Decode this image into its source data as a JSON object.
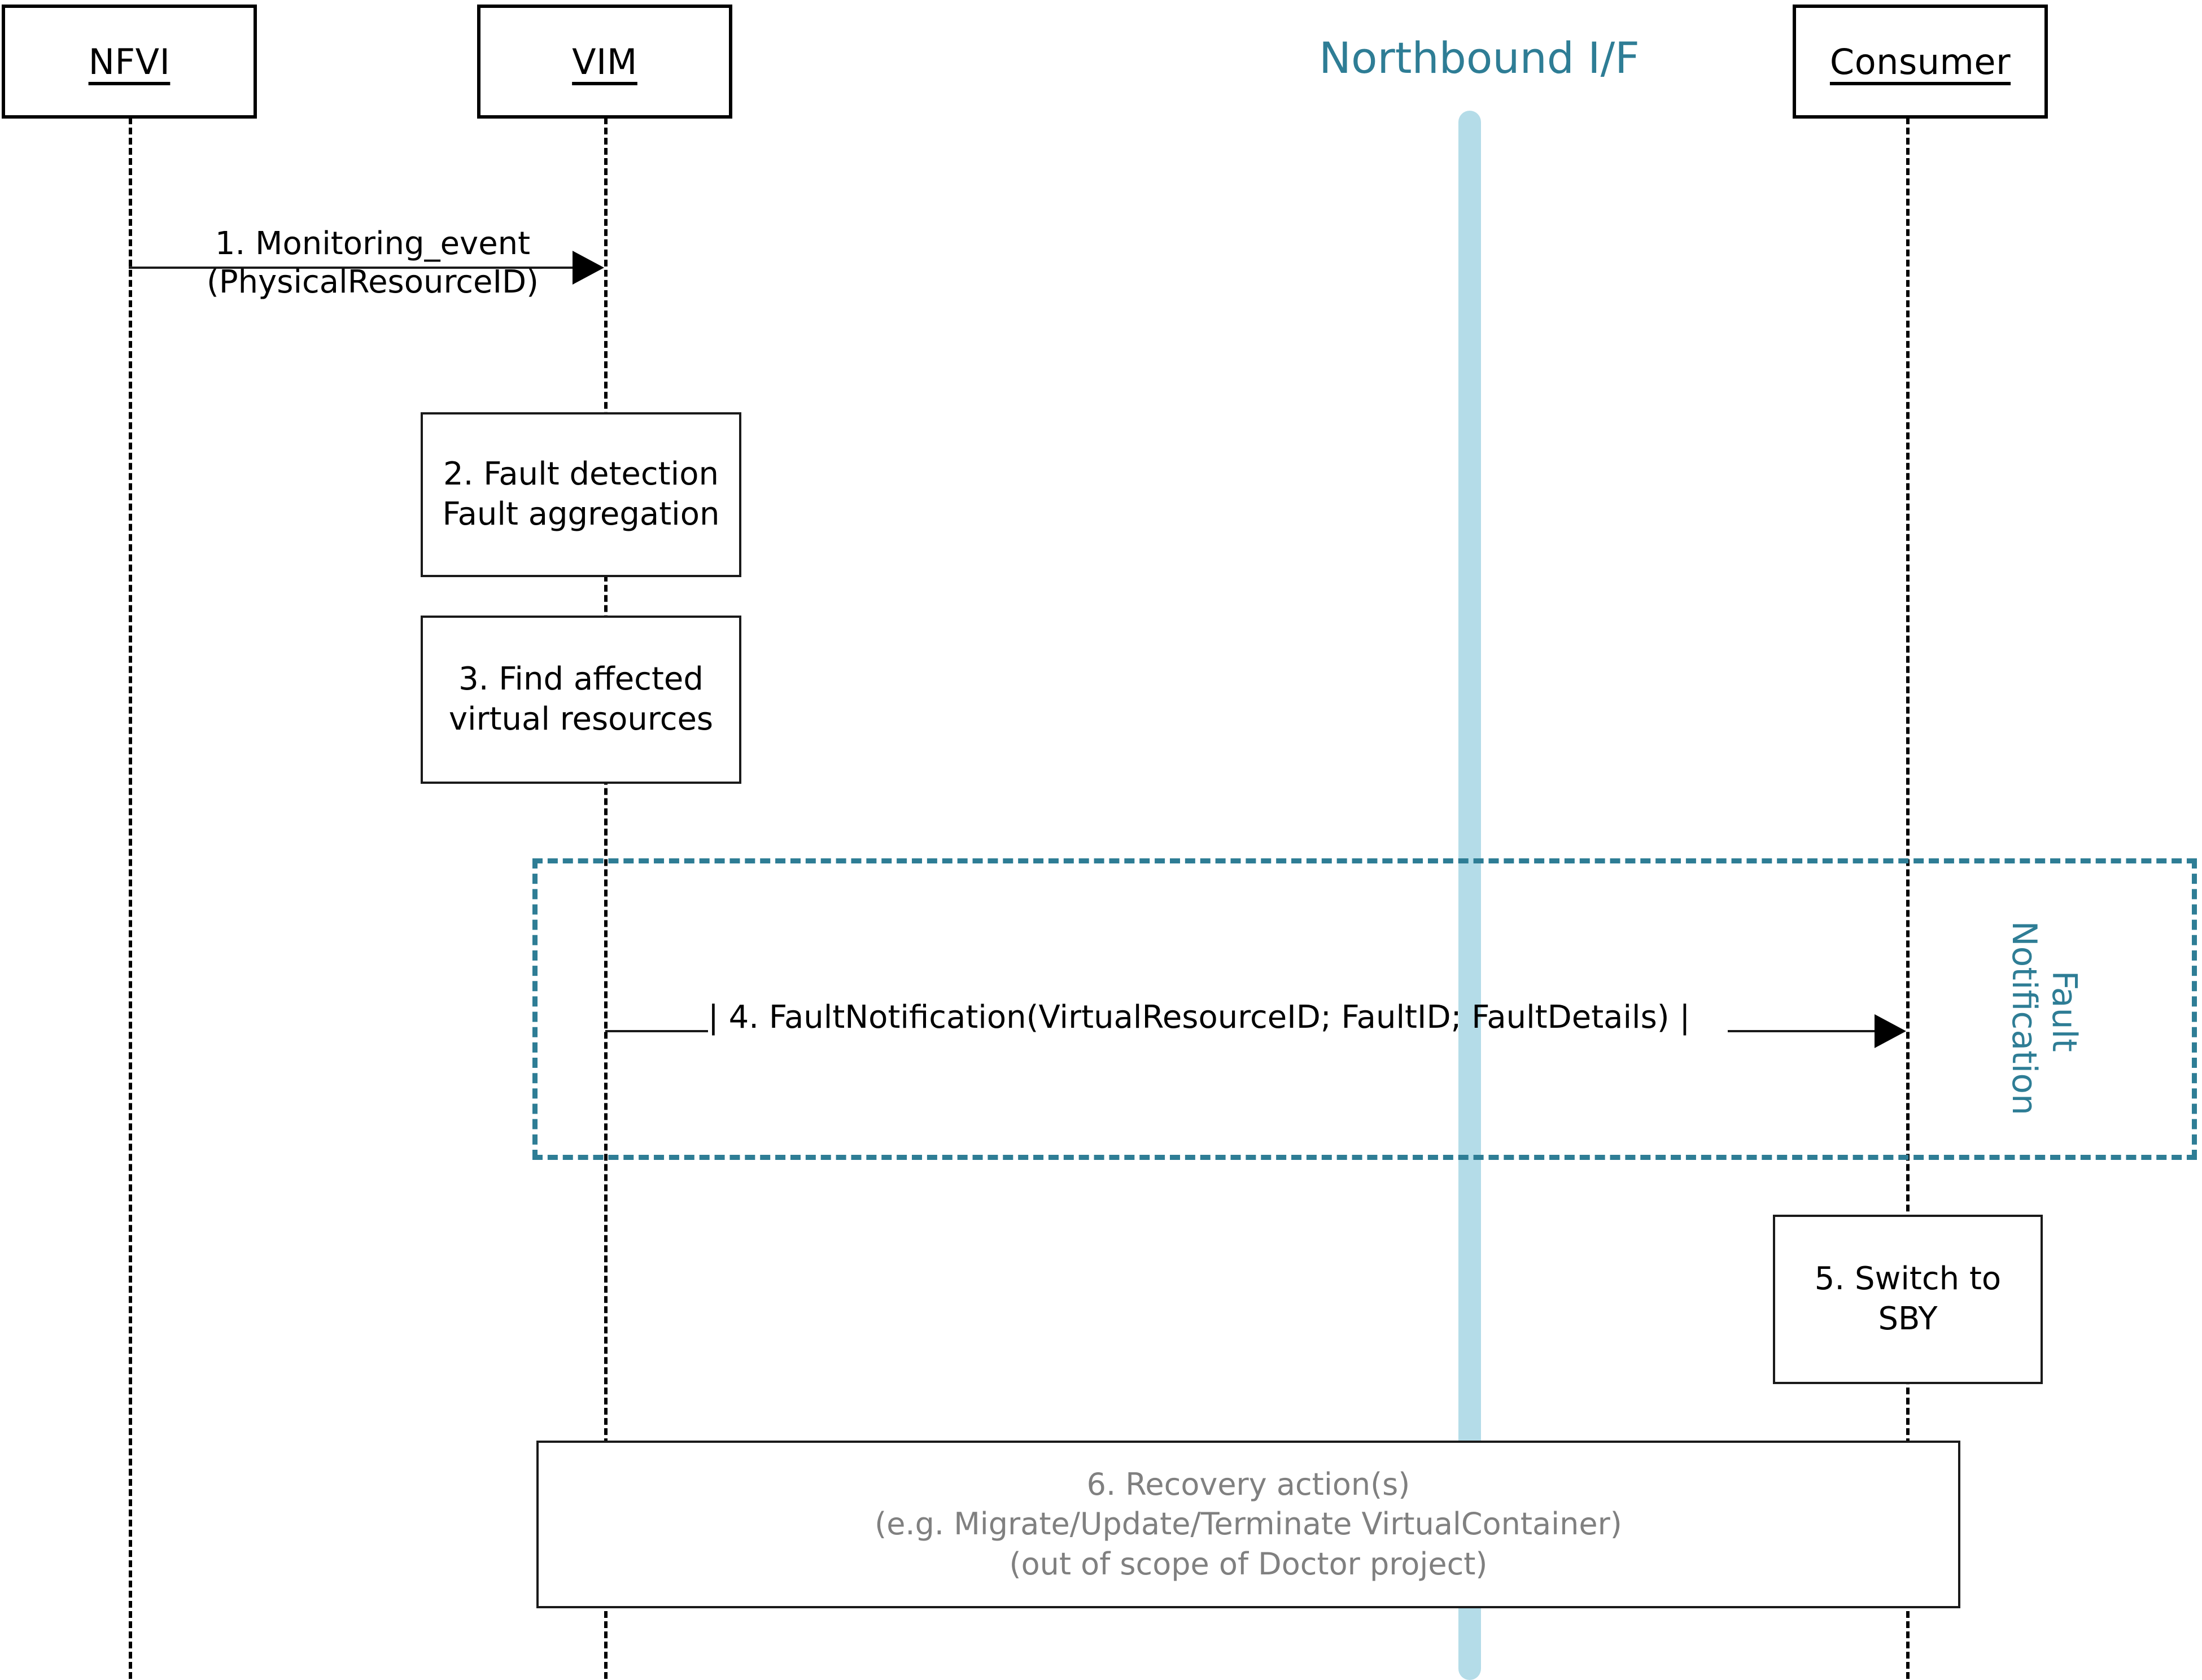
{
  "diagram": {
    "type": "uml-sequence-diagram",
    "title_label": "Northbound I/F",
    "participants": [
      {
        "name": "NFVI",
        "label": "NFVI"
      },
      {
        "name": "VIM",
        "label": "VIM"
      },
      {
        "name": "Consumer",
        "label": "Consumer"
      }
    ],
    "colors": {
      "accent_teal": "#2e7d95",
      "interface_bar": "#b4dce8",
      "line_black": "#000000",
      "muted_gray": "#808080"
    },
    "messages": [
      {
        "id": "1",
        "from": "NFVI",
        "to": "VIM",
        "label_line1": "1. Monitoring_event",
        "label_line2": "(PhysicalResourceID)"
      },
      {
        "id": "4",
        "from": "VIM",
        "to": "Consumer",
        "label": "| 4. FaultNotification(VirtualResourceID; FaultID; FaultDetails) |"
      }
    ],
    "action_boxes": [
      {
        "id": "2",
        "on": "VIM",
        "lines": [
          "2. Fault detection",
          "Fault aggregation"
        ]
      },
      {
        "id": "3",
        "on": "VIM",
        "lines": [
          "3. Find affected",
          "virtual resources"
        ]
      },
      {
        "id": "5",
        "on": "Consumer",
        "lines": [
          "5. Switch to",
          "SBY"
        ]
      },
      {
        "id": "6",
        "on": "span",
        "lines": [
          "6. Recovery action(s)",
          "(e.g. Migrate/Update/Terminate VirtualContainer)",
          "(out of scope of Doctor project)"
        ]
      }
    ],
    "fragment": {
      "name": "fault-notification-fragment",
      "label_line1": "Fault",
      "label_line2": "Notification"
    }
  }
}
